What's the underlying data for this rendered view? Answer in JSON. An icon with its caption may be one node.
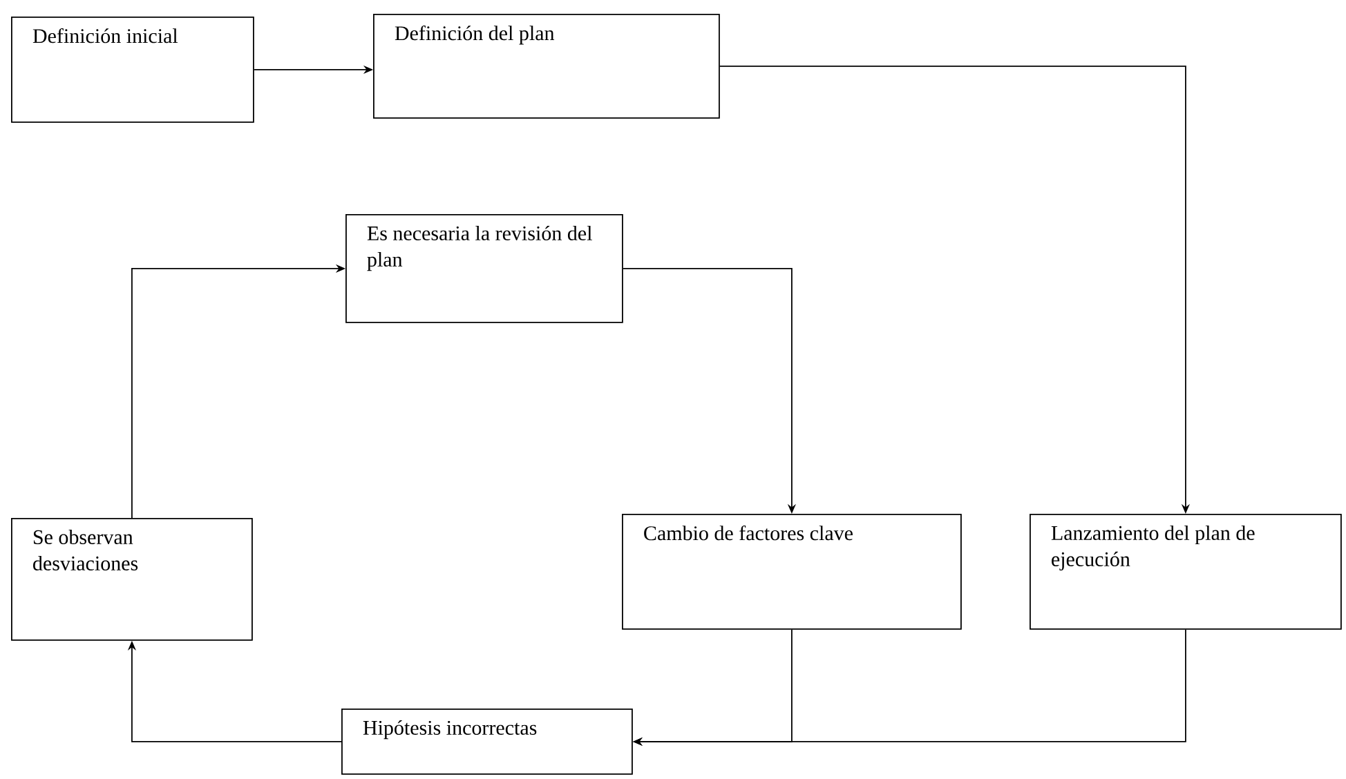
{
  "diagram": {
    "nodes": [
      {
        "text": [
          "Definición inicial"
        ]
      },
      {
        "text": [
          "Definición del plan"
        ]
      },
      {
        "text": [
          "Es necesaria la revisión del plan"
        ]
      },
      {
        "text": [
          "Se observan desviaciones"
        ]
      },
      {
        "text": [
          "Cambio de factores clave"
        ]
      },
      {
        "text": [
          "Lanzamiento del plan de ejecución"
        ]
      },
      {
        "text": [
          "Hipótesis incorrectas"
        ]
      }
    ],
    "edges": [
      {
        "from": 0,
        "to": 1,
        "arrow": "to"
      },
      {
        "from": 1,
        "to": 5,
        "arrow": "to"
      },
      {
        "from": 5,
        "to": 6,
        "arrow": "to"
      },
      {
        "from": 4,
        "to": 6,
        "arrow": "to"
      },
      {
        "from": 6,
        "to": 3,
        "arrow": "to"
      },
      {
        "from": 3,
        "to": 2,
        "arrow": "to"
      },
      {
        "from": 2,
        "to": 4,
        "arrow": "to"
      }
    ]
  }
}
